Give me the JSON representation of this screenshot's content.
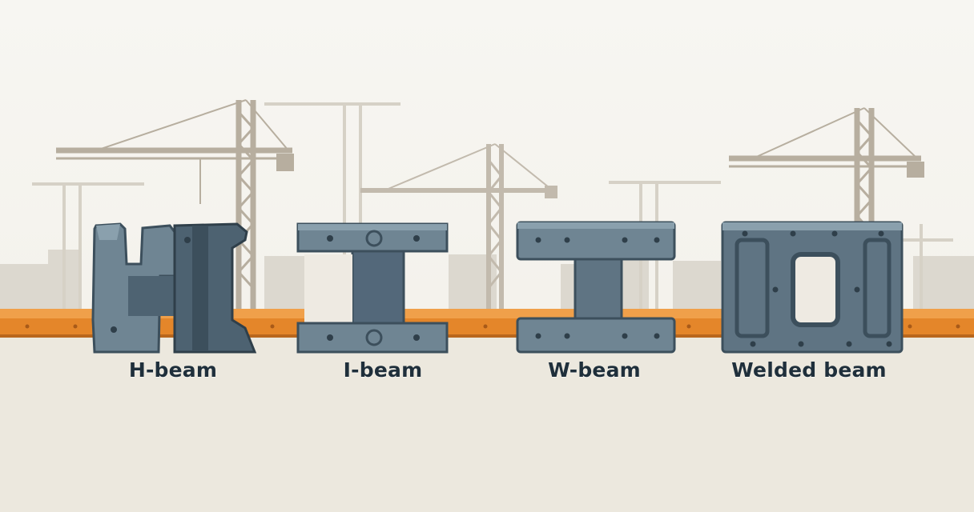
{
  "beams": [
    {
      "label": "H-beam"
    },
    {
      "label": "I-beam"
    },
    {
      "label": "W-beam"
    },
    {
      "label": "Welded beam"
    }
  ],
  "colors": {
    "background": "#f6f5f1",
    "ground": "#ebe7dd",
    "crane_silhouette": "#b9b1a3",
    "city_silhouette": "#d8d4cb",
    "girder_orange": "#e88a2a",
    "steel_light": "#6f8593",
    "steel_dark": "#3c4f5c",
    "label_text": "#1f2f3b"
  }
}
